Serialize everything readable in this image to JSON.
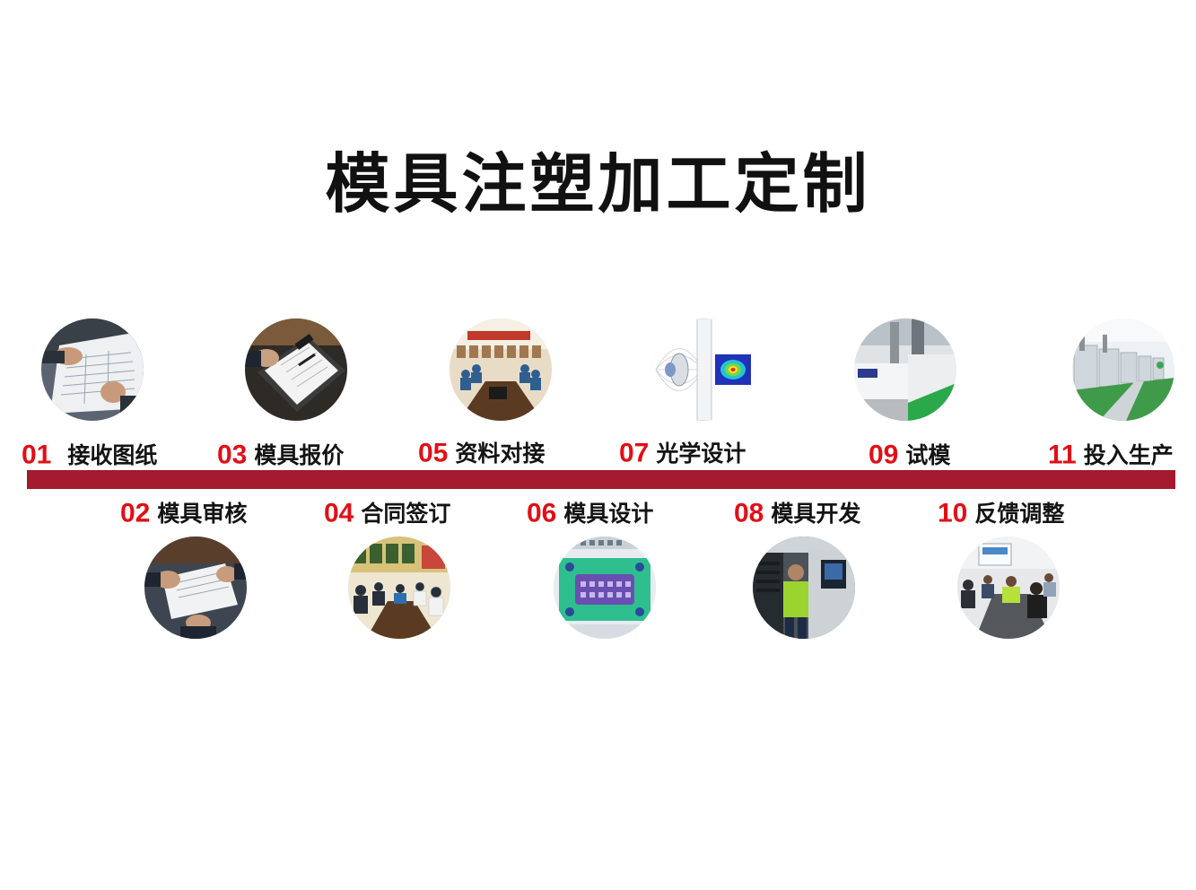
{
  "title": "模具注塑加工定制",
  "colors": {
    "accent_red": "#e10f17",
    "bar": "#a3192e",
    "text": "#141414"
  },
  "steps": [
    {
      "num": "01",
      "label": "接收图纸",
      "icon": "drawing-review-photo"
    },
    {
      "num": "02",
      "label": "模具审核",
      "icon": "document-handover-photo"
    },
    {
      "num": "03",
      "label": "模具报价",
      "icon": "clipboard-signing-photo"
    },
    {
      "num": "04",
      "label": "合同签订",
      "icon": "meeting-room-photo"
    },
    {
      "num": "05",
      "label": "资料对接",
      "icon": "conference-table-photo"
    },
    {
      "num": "06",
      "label": "模具设计",
      "icon": "cad-mold-design-photo"
    },
    {
      "num": "07",
      "label": "光学设计",
      "icon": "optical-simulation-photo"
    },
    {
      "num": "08",
      "label": "模具开发",
      "icon": "cnc-machining-photo"
    },
    {
      "num": "09",
      "label": "试模",
      "icon": "injection-machine-photo"
    },
    {
      "num": "10",
      "label": "反馈调整",
      "icon": "feedback-meeting-photo"
    },
    {
      "num": "11",
      "label": "投入生产",
      "icon": "production-line-photo"
    }
  ]
}
